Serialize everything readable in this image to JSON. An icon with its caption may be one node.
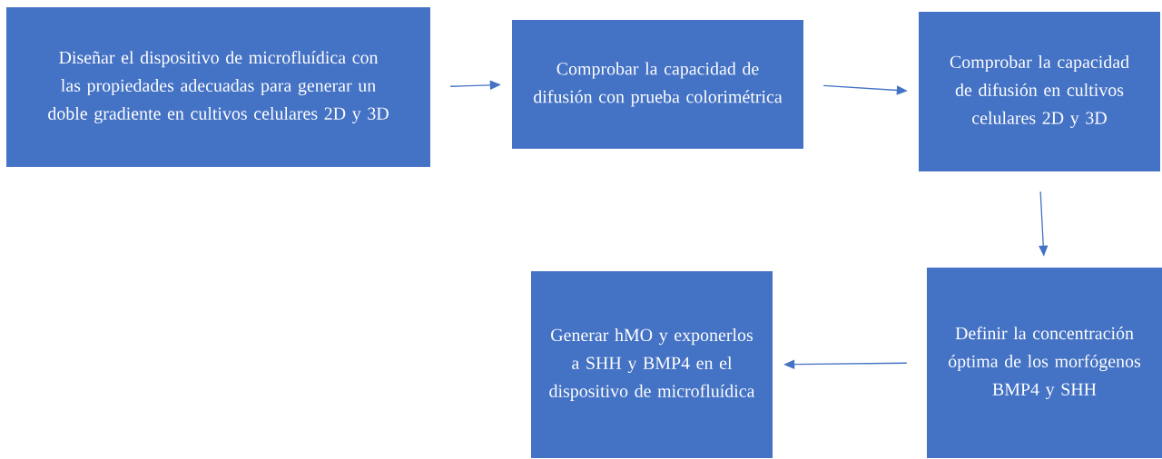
{
  "diagram": {
    "nodes": [
      {
        "text": [
          "Diseñar el dispositivo de microfluídica con las propiedades adecuadas para generar un doble gradiente en cultivos celulares 2D y 3D"
        ]
      },
      {
        "text": [
          "Comprobar la capacidad de difusión con prueba colorimétrica"
        ]
      },
      {
        "text": [
          "Comprobar la capacidad de difusión en cultivos celulares 2D y 3D"
        ]
      },
      {
        "text": [
          "Definir la concentración óptima de los morfógenos BMP4 y SHH"
        ]
      },
      {
        "text": [
          "Generar hMO y exponerlos a SHH y BMP4 en el dispositivo de microfluídica"
        ]
      }
    ],
    "edges": [
      {
        "from": 0,
        "to": 1,
        "arrow": "to"
      },
      {
        "from": 1,
        "to": 2,
        "arrow": "to"
      },
      {
        "from": 2,
        "to": 3,
        "arrow": "to"
      },
      {
        "from": 3,
        "to": 4,
        "arrow": "to"
      }
    ]
  }
}
